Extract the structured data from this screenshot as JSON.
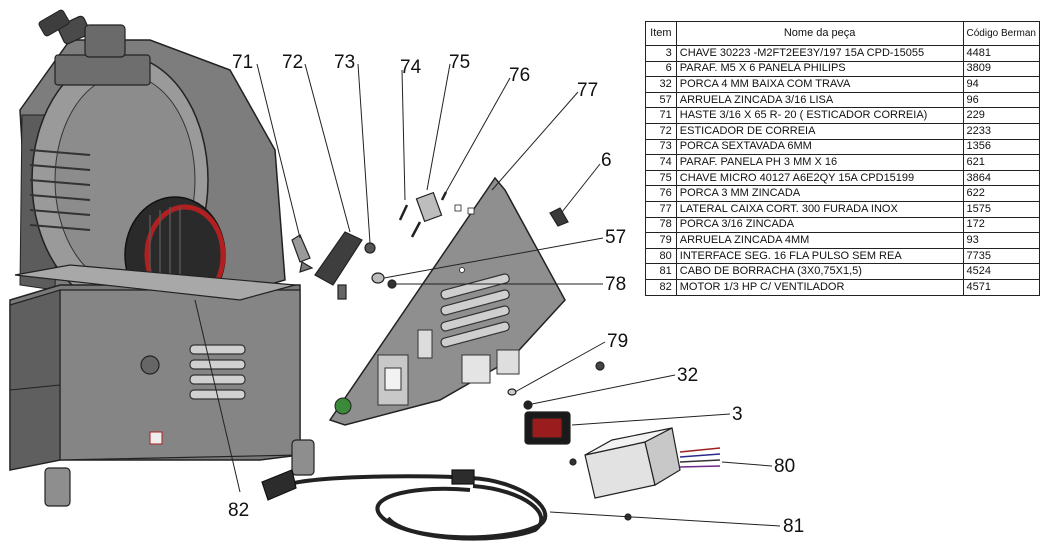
{
  "table": {
    "headers": {
      "item": "Item",
      "name": "Nome da peça",
      "code": "Código Berman"
    },
    "rows": [
      {
        "item": "3",
        "name": "CHAVE 30223 -M2FT2EE3Y/197 15A CPD-15055",
        "code": "4481"
      },
      {
        "item": "6",
        "name": "PARAF. M5 X 6 PANELA PHILIPS",
        "code": "3809"
      },
      {
        "item": "32",
        "name": "PORCA 4 MM BAIXA COM TRAVA",
        "code": "94"
      },
      {
        "item": "57",
        "name": "ARRUELA ZINCADA 3/16 LISA",
        "code": "96"
      },
      {
        "item": "71",
        "name": "HASTE 3/16 X 65 R- 20 ( ESTICADOR CORREIA)",
        "code": "229"
      },
      {
        "item": "72",
        "name": "ESTICADOR DE CORREIA",
        "code": "2233"
      },
      {
        "item": "73",
        "name": "PORCA SEXTAVADA 6MM",
        "code": "1356"
      },
      {
        "item": "74",
        "name": "PARAF. PANELA PH 3 MM  X 16",
        "code": "621"
      },
      {
        "item": "75",
        "name": "CHAVE MICRO 40127 A6E2QY  15A CPD15199",
        "code": "3864"
      },
      {
        "item": "76",
        "name": "PORCA 3 MM ZINCADA",
        "code": "622"
      },
      {
        "item": "77",
        "name": "LATERAL CAIXA CORT. 300 FURADA INOX",
        "code": "1575"
      },
      {
        "item": "78",
        "name": "PORCA 3/16 ZINCADA",
        "code": "172"
      },
      {
        "item": "79",
        "name": "ARRUELA ZINCADA 4MM",
        "code": " 93"
      },
      {
        "item": "80",
        "name": "INTERFACE SEG. 16 FLA PULSO SEM REA",
        "code": "7735"
      },
      {
        "item": "81",
        "name": "CABO DE BORRACHA (3X0,75X1,5)",
        "code": "4524"
      },
      {
        "item": "82",
        "name": "MOTOR 1/3 HP C/ VENTILADOR",
        "code": "4571"
      }
    ]
  },
  "callouts": {
    "c71": "71",
    "c72": "72",
    "c73": "73",
    "c74": "74",
    "c75": "75",
    "c76": "76",
    "c77": "77",
    "c6": "6",
    "c57": "57",
    "c78": "78",
    "c79": "79",
    "c32": "32",
    "c3": "3",
    "c80": "80",
    "c81": "81",
    "c82": "82"
  },
  "colors": {
    "metal": "#8a8a8a",
    "metal_dark": "#555555",
    "metal_light": "#b8b8b8",
    "accent_red": "#b02020",
    "green": "#3a8a3a"
  }
}
